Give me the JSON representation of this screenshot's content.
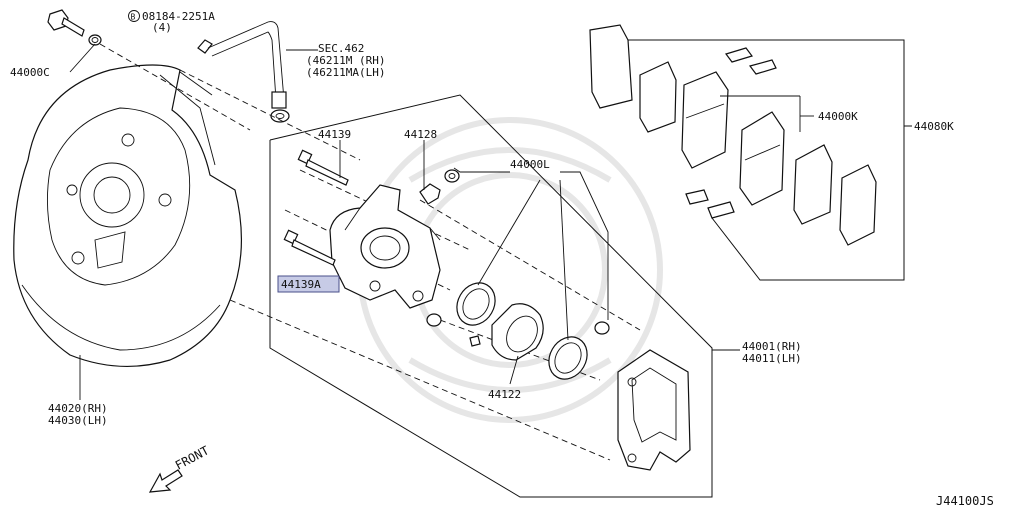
{
  "diagram_id": "J44100JS",
  "front_label": "FRONT",
  "bolt_callout": {
    "code": "08184-2251A",
    "qty": "(4)",
    "symbol": "B"
  },
  "sec_callout": {
    "ref": "SEC.462",
    "rh": "(46211M (RH)",
    "lh": "(46211MA(LH)"
  },
  "parts": {
    "p44000C": "44000C",
    "p44139": "44139",
    "p44128": "44128",
    "p44000L": "44000L",
    "p44000K": "44000K",
    "p44080K": "44080K",
    "p44139A": "44139A",
    "p44122": "44122",
    "p44001": "44001(RH)",
    "p44011": "44011(LH)",
    "p44020": "44020(RH)",
    "p44030": "44030(LH)"
  }
}
